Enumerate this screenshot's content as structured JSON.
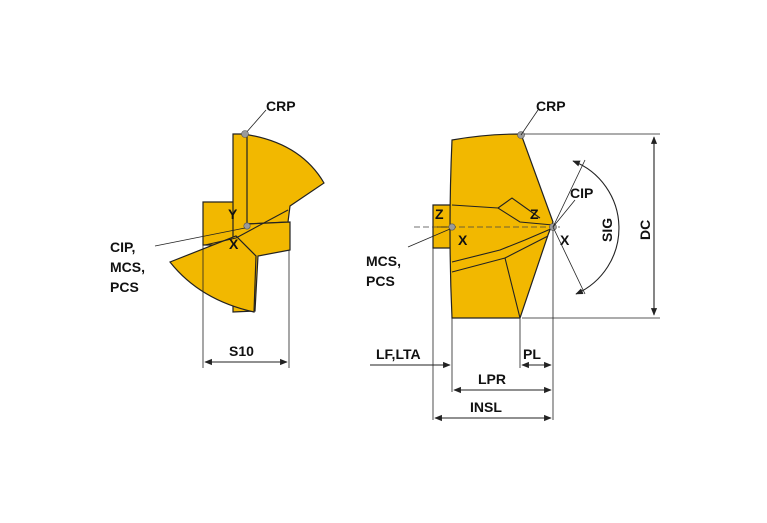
{
  "left_view": {
    "crp": "CRP",
    "axis_y": "Y",
    "axis_x": "X",
    "origin_line1": "CIP,",
    "origin_line2": "MCS,",
    "origin_line3": "PCS",
    "dim_s10": "S10"
  },
  "right_view": {
    "crp": "CRP",
    "cip": "CIP",
    "axis_z_left": "Z",
    "axis_x_left": "X",
    "axis_z_right": "Z",
    "axis_x_right": "X",
    "mcs": "MCS,",
    "pcs": "PCS",
    "dim_sig": "SIG",
    "dim_dc": "DC",
    "dim_lf": "LF,LTA",
    "dim_pl": "PL",
    "dim_lpr": "LPR",
    "dim_insl": "INSL"
  },
  "colors": {
    "insert_fill": "#f2b800",
    "outline": "#222222",
    "point_marker": "#9a9a9a"
  }
}
